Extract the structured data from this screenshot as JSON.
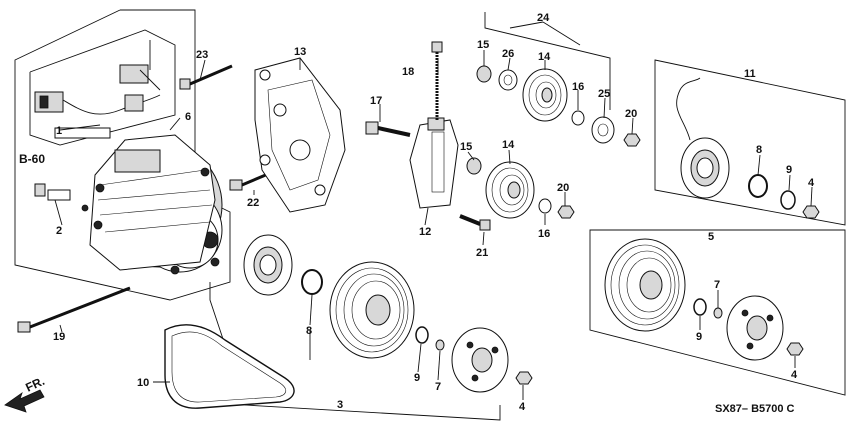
{
  "callouts": [
    {
      "id": "c1",
      "text": "1"
    },
    {
      "id": "c2",
      "text": "2"
    },
    {
      "id": "c3",
      "text": "3"
    },
    {
      "id": "c4a",
      "text": "4"
    },
    {
      "id": "c4b",
      "text": "4"
    },
    {
      "id": "c4c",
      "text": "4"
    },
    {
      "id": "c5",
      "text": "5"
    },
    {
      "id": "c6",
      "text": "6"
    },
    {
      "id": "c7a",
      "text": "7"
    },
    {
      "id": "c7b",
      "text": "7"
    },
    {
      "id": "c8a",
      "text": "8"
    },
    {
      "id": "c8b",
      "text": "8"
    },
    {
      "id": "c9a",
      "text": "9"
    },
    {
      "id": "c9b",
      "text": "9"
    },
    {
      "id": "c9c",
      "text": "9"
    },
    {
      "id": "c10",
      "text": "10"
    },
    {
      "id": "c11",
      "text": "11"
    },
    {
      "id": "c12",
      "text": "12"
    },
    {
      "id": "c13",
      "text": "13"
    },
    {
      "id": "c14a",
      "text": "14"
    },
    {
      "id": "c14b",
      "text": "14"
    },
    {
      "id": "c15a",
      "text": "15"
    },
    {
      "id": "c15b",
      "text": "15"
    },
    {
      "id": "c16a",
      "text": "16"
    },
    {
      "id": "c16b",
      "text": "16"
    },
    {
      "id": "c17",
      "text": "17"
    },
    {
      "id": "c18",
      "text": "18"
    },
    {
      "id": "c19",
      "text": "19"
    },
    {
      "id": "c20a",
      "text": "20"
    },
    {
      "id": "c20b",
      "text": "20"
    },
    {
      "id": "c21",
      "text": "21"
    },
    {
      "id": "c22",
      "text": "22"
    },
    {
      "id": "c23",
      "text": "23"
    },
    {
      "id": "c24",
      "text": "24"
    },
    {
      "id": "c25",
      "text": "25"
    },
    {
      "id": "c26",
      "text": "26"
    }
  ],
  "reference_label": "B-60",
  "direction_label": "FR.",
  "diagram_code": "SX87– B5700 C"
}
